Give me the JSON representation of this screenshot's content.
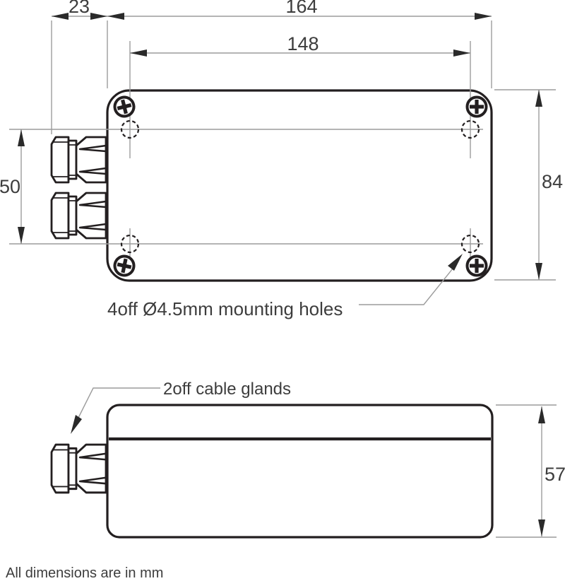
{
  "colors": {
    "outline": "#231f20",
    "thin_line": "#9c9c9c",
    "text": "#3d3d3d",
    "background": "#ffffff"
  },
  "top_view": {
    "dim_gland_offset": "23",
    "dim_overall_width": "164",
    "dim_hole_spacing_h": "148",
    "dim_hole_spacing_v": "50",
    "dim_overall_height": "84",
    "mounting_holes_label": "4off Ø4.5mm mounting holes"
  },
  "side_view": {
    "dim_overall_height": "57",
    "cable_glands_label": "2off cable glands"
  },
  "footer": {
    "units_note": "All dimensions are in mm"
  }
}
